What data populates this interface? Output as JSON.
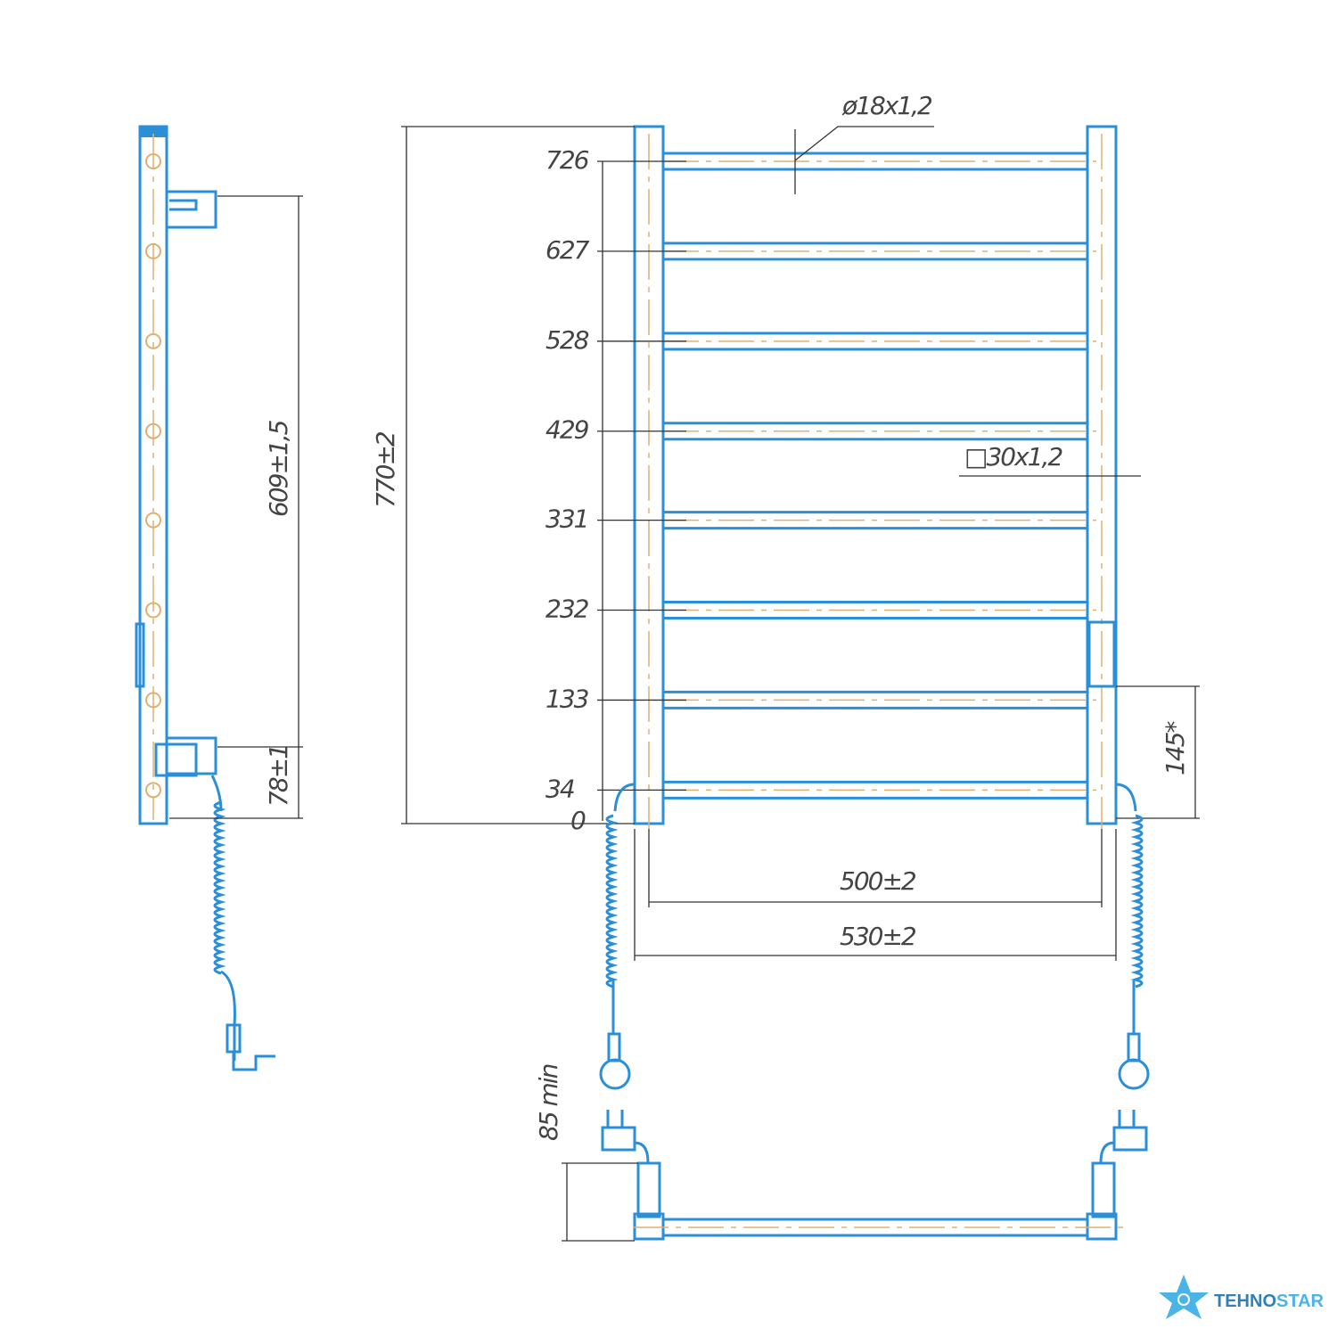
{
  "drawing": {
    "rail_heights": [
      726,
      627,
      528,
      429,
      331,
      232,
      133,
      34
    ],
    "rail_labels": [
      "726",
      "627",
      "528",
      "429",
      "331",
      "232",
      "133",
      "34"
    ],
    "zero_label": "0",
    "tube_diameter": "ø18x1,2",
    "profile_size": "□30x1,2",
    "total_height": "770±2",
    "mount_spacing": "609±1,5",
    "bottom_mount": "78±1",
    "connector_height": "145*",
    "inner_width": "500±2",
    "outer_width": "530±2",
    "min_clearance": "85 min"
  },
  "brand": {
    "part1": "TEHNO",
    "part2": "STAR",
    "color_dark": "#2f7fb8",
    "color_light": "#4ab3e8"
  },
  "colors": {
    "tube": "#2a8fd8",
    "axis": "#e0b070"
  }
}
